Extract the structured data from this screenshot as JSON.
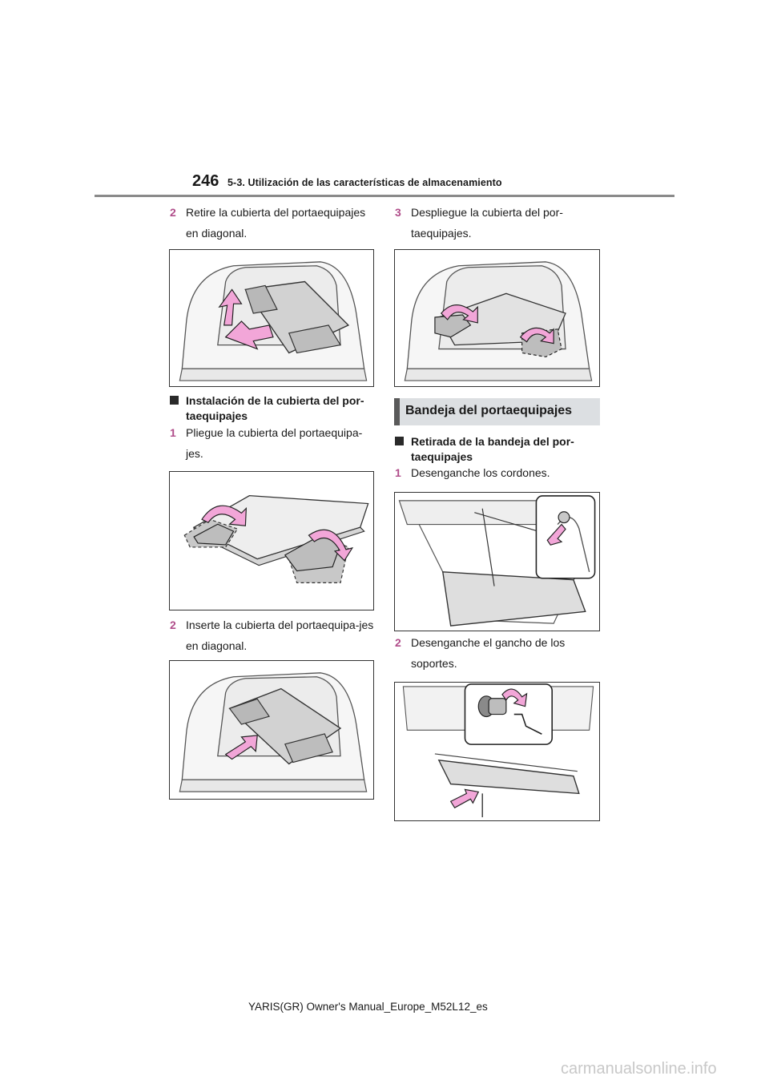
{
  "header": {
    "page_number": "246",
    "section_title": "5-3. Utilización de las características de almacenamiento"
  },
  "left_column": {
    "step_remove": {
      "num": "2",
      "text": "Retire la cubierta del portaequipajes en diagonal."
    },
    "subhead_install": "Instalación de la cubierta del por-taequipajes",
    "step_fold": {
      "num": "1",
      "text": "Pliegue la cubierta del portaequipa-jes."
    },
    "step_insert": {
      "num": "2",
      "text": "Inserte la cubierta del portaequipa-jes en diagonal."
    }
  },
  "right_column": {
    "step_unfold": {
      "num": "3",
      "text": "Despliegue la cubierta del por-taequipajes."
    },
    "section_banner": "Bandeja del portaequipajes",
    "subhead_remove_tray": "Retirada de la bandeja del por-taequipajes",
    "step_unhook_cords": {
      "num": "1",
      "text": "Desenganche los cordones."
    },
    "step_unhook_supports": {
      "num": "2",
      "text": "Desenganche el gancho de los soportes."
    }
  },
  "footer": {
    "text": "YARIS(GR) Owner's Manual_Europe_M52L12_es"
  },
  "watermark": {
    "text": "carmanualsonline.info"
  },
  "colors": {
    "accent_number": "#b04d8a",
    "arrow_fill": "#f2a6d8",
    "banner_bg": "#dcdfe2",
    "rule": "#8a8a8a"
  }
}
